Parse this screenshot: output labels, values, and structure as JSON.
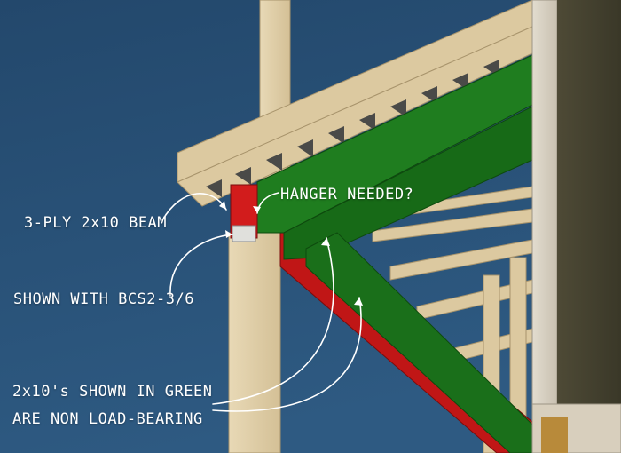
{
  "annotations": {
    "beam": "3-PLY 2x10 BEAM",
    "hanger": "HANGER NEEDED?",
    "connector": "SHOWN WITH BCS2-3/6",
    "green_line1": "2x10's SHOWN IN GREEN",
    "green_line2": "ARE NON LOAD-BEARING"
  },
  "colors": {
    "sky": "#2a4f73",
    "wood": "#e3d2ad",
    "wood_shadow": "#b9a57d",
    "green_member": "#1e7a1e",
    "red_member": "#c81818",
    "wall": "#d9d2c5",
    "annotation": "#ffffff"
  }
}
